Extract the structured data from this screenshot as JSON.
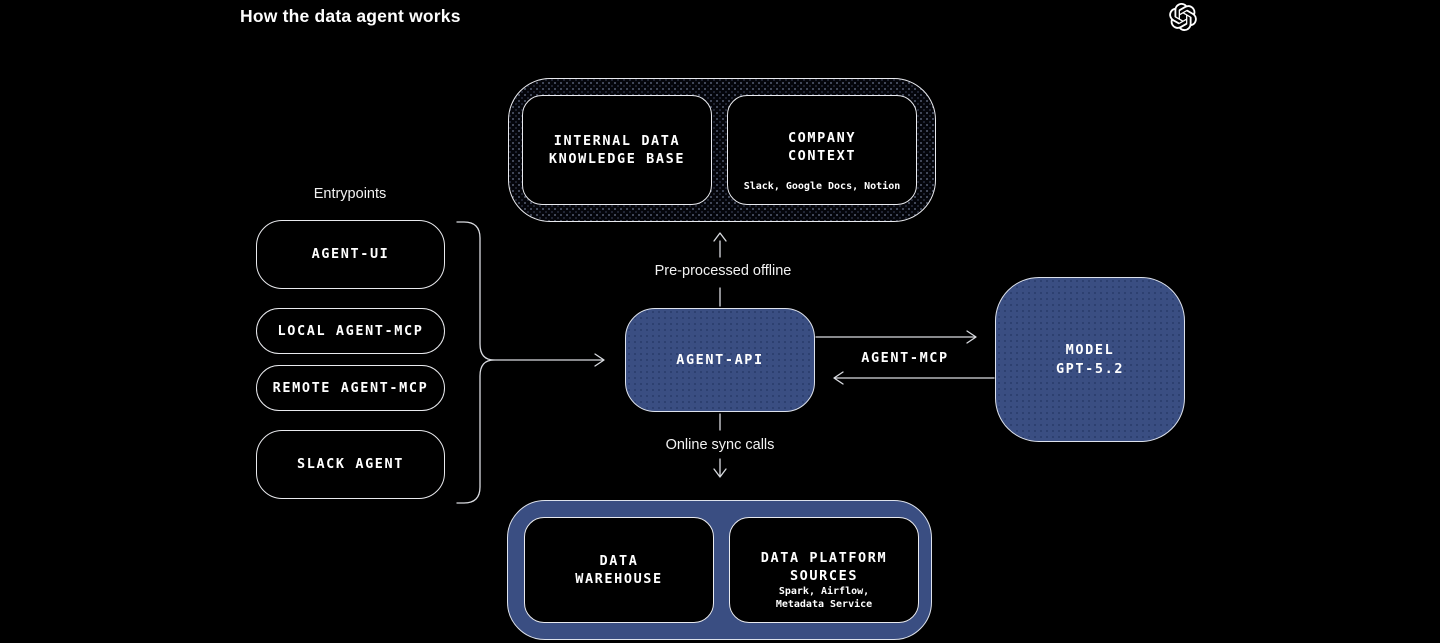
{
  "header": {
    "title": "How the data agent works",
    "logo": "openai-logo"
  },
  "colors": {
    "background": "#000000",
    "accent_blue": "#3a4e82",
    "border": "#e9eaee",
    "text": "#ffffff"
  },
  "entrypoints": {
    "label": "Entrypoints",
    "items": [
      "AGENT-UI",
      "LOCAL AGENT-MCP",
      "REMOTE AGENT-MCP",
      "SLACK AGENT"
    ]
  },
  "knowledge_group": {
    "boxes": [
      {
        "title": "INTERNAL DATA\nKNOWLEDGE BASE"
      },
      {
        "title": "COMPANY\nCONTEXT",
        "subtitle": "Slack, Google Docs, Notion"
      }
    ]
  },
  "center": {
    "agent_api": "AGENT-API",
    "model": "MODEL\nGPT-5.2"
  },
  "flow_labels": {
    "preprocessed": "Pre-processed offline",
    "online_sync": "Online sync calls",
    "agent_mcp": "AGENT-MCP"
  },
  "data_group": {
    "boxes": [
      {
        "title": "DATA\nWAREHOUSE"
      },
      {
        "title": "DATA PLATFORM\nSOURCES",
        "subtitle": "Spark, Airflow,\nMetadata Service"
      }
    ]
  }
}
